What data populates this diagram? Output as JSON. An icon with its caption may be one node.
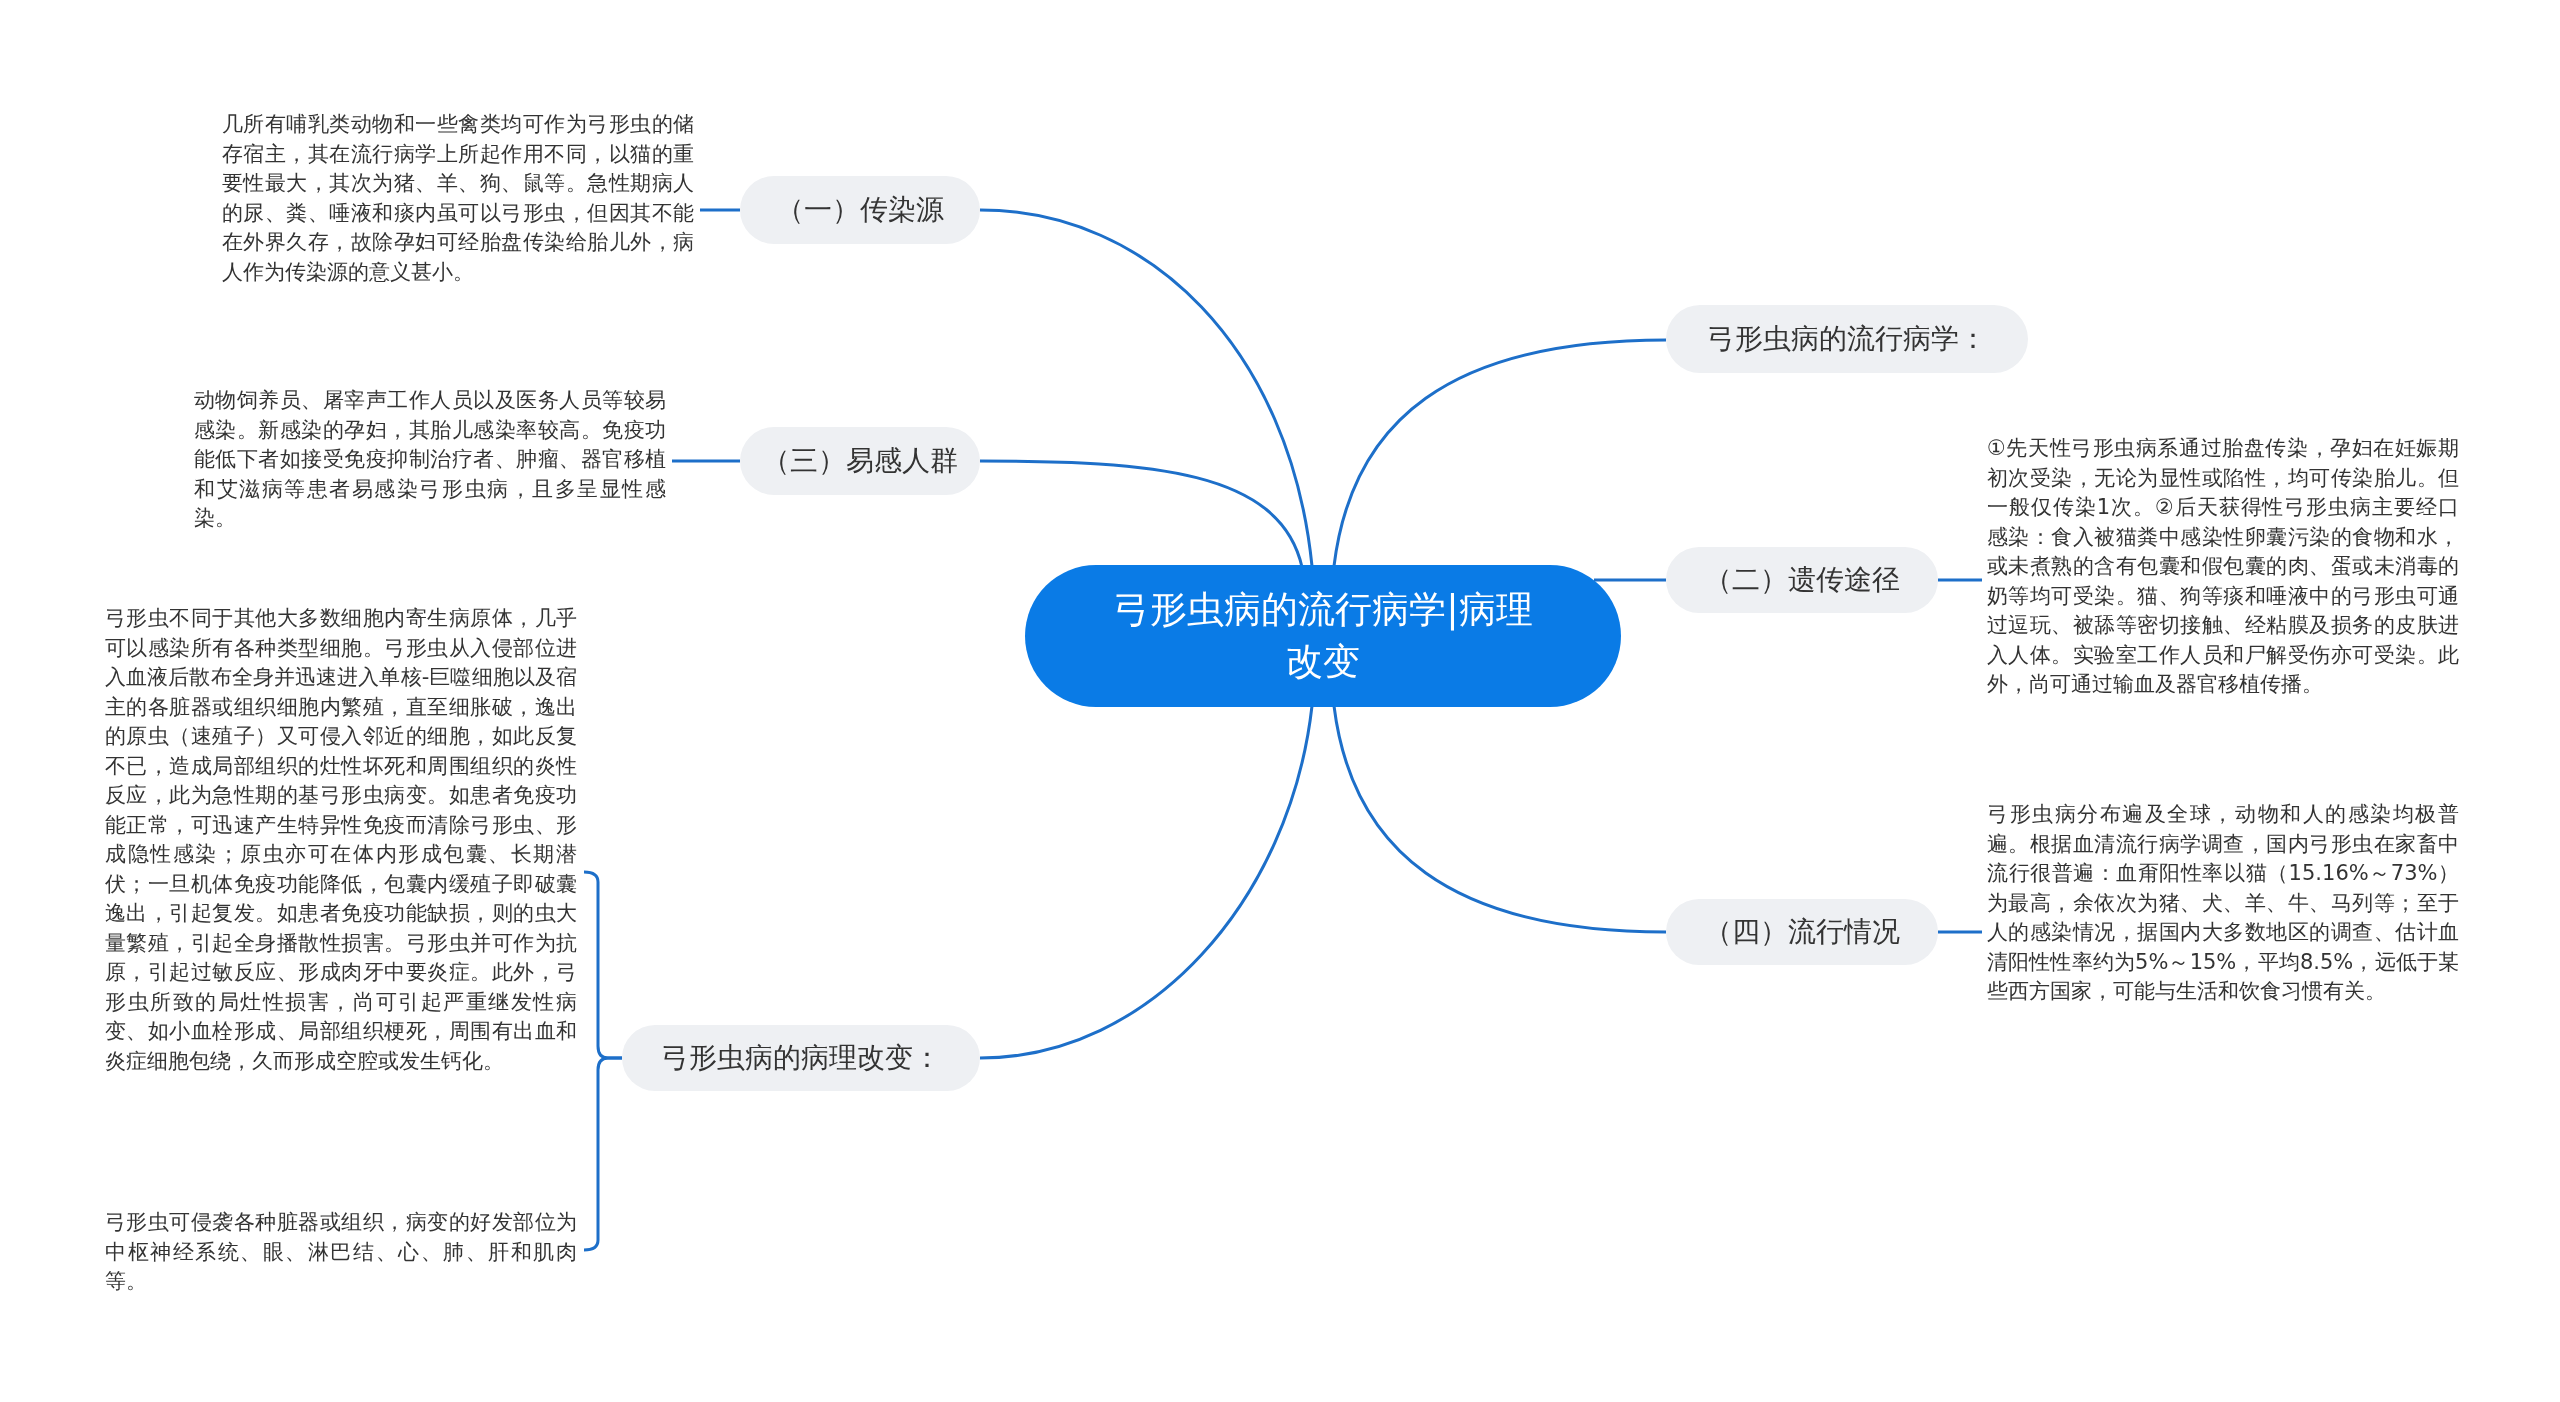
{
  "diagram": {
    "nodes": [
      {
        "text": [
          "弓形虫病的流行病学|病理改变"
        ]
      },
      {
        "text": [
          "（一）传染源"
        ]
      },
      {
        "text": [
          "几所有哺乳类动物和一些禽类均可作为弓形虫的储存宿主，其在流行病学上所起作用不同，以猫的重要性最大，其次为猪、羊、狗、鼠等。急性期病人的尿、粪、唾液和痰内虽可以弓形虫，但因其不能在外界久存，故除孕妇可经胎盘传染给胎儿外，病人作为传染源的意义甚小。"
        ]
      },
      {
        "text": [
          "（三）易感人群"
        ]
      },
      {
        "text": [
          "动物饲养员、屠宰声工作人员以及医务人员等较易感染。新感染的孕妇，其胎儿感染率较高。免疫功能低下者如接受免疫抑制治疗者、肿瘤、器官移植和艾滋病等患者易感染弓形虫病，且多呈显性感染。"
        ]
      },
      {
        "text": [
          "弓形虫病的病理改变："
        ]
      },
      {
        "text": [
          "弓形虫不同于其他大多数细胞内寄生病原体，几乎可以感染所有各种类型细胞。弓形虫从入侵部位进入血液后散布全身并迅速进入单核-巨噬细胞以及宿主的各脏器或组织细胞内繁殖，直至细胀破，逸出的原虫（速殖子）又可侵入邻近的细胞，如此反复不已，造成局部组织的灶性坏死和周围组织的炎性反应，此为急性期的基弓形虫病变。如患者免疫功能正常，可迅速产生特异性免疫而清除弓形虫、形成隐性感染；原虫亦可在体内形成包囊、长期潜伏；一旦机体免疫功能降低，包囊内缓殖子即破囊逸出，引起复发。如患者免疫功能缺损，则的虫大量繁殖，引起全身播散性损害。弓形虫并可作为抗原，引起过敏反应、形成肉牙中要炎症。此外，弓形虫所致的局灶性损害，尚可引起严重继发性病变、如小血栓形成、局部组织梗死，周围有出血和炎症细胞包绕，久而形成空腔或发生钙化。"
        ]
      },
      {
        "text": [
          "弓形虫可侵袭各种脏器或组织，病变的好发部位为中枢神经系统、眼、淋巴结、心、肺、肝和肌肉等。"
        ]
      },
      {
        "text": [
          "弓形虫病的流行病学："
        ]
      },
      {
        "text": [
          "（二）遗传途径"
        ]
      },
      {
        "text": [
          "①先天性弓形虫病系通过胎盘传染，孕妇在妊娠期初次受染，无论为显性或陷性，均可传染胎儿。但一般仅传染1次。②后天获得性弓形虫病主要经口感染：食入被猫粪中感染性卵囊污染的食物和水，或未煮熟的含有包囊和假包囊的肉、蛋或未消毒的奶等均可受染。猫、狗等痰和唾液中的弓形虫可通过逗玩、被舔等密切接触、经粘膜及损务的皮肤进入人体。实验室工作人员和尸解受伤亦可受染。此外，尚可通过输血及器官移植传播。"
        ]
      },
      {
        "text": [
          "（四）流行情况"
        ]
      },
      {
        "text": [
          "弓形虫病分布遍及全球，动物和人的感染均极普遍。根据血清流行病学调查，国内弓形虫在家畜中流行很普遍：血甭阳性率以猫（15.16%～73%）为最高，余依次为猪、犬、羊、牛、马列等；至于人的感染情况，据国内大多数地区的调查、估计血清阳性性率约为5%～15%，平均8.5%，远低于某些西方国家，可能与生活和饮食习惯有关。"
        ]
      }
    ],
    "edges": [
      {
        "from": 0,
        "to": 1,
        "arrow": "none"
      },
      {
        "from": 1,
        "to": 2,
        "arrow": "none"
      },
      {
        "from": 0,
        "to": 3,
        "arrow": "none"
      },
      {
        "from": 3,
        "to": 4,
        "arrow": "none"
      },
      {
        "from": 0,
        "to": 5,
        "arrow": "none"
      },
      {
        "from": 5,
        "to": 6,
        "arrow": "none"
      },
      {
        "from": 5,
        "to": 7,
        "arrow": "none"
      },
      {
        "from": 0,
        "to": 8,
        "arrow": "none"
      },
      {
        "from": 0,
        "to": 9,
        "arrow": "none"
      },
      {
        "from": 9,
        "to": 10,
        "arrow": "none"
      },
      {
        "from": 0,
        "to": 11,
        "arrow": "none"
      },
      {
        "from": 11,
        "to": 12,
        "arrow": "none"
      }
    ]
  }
}
